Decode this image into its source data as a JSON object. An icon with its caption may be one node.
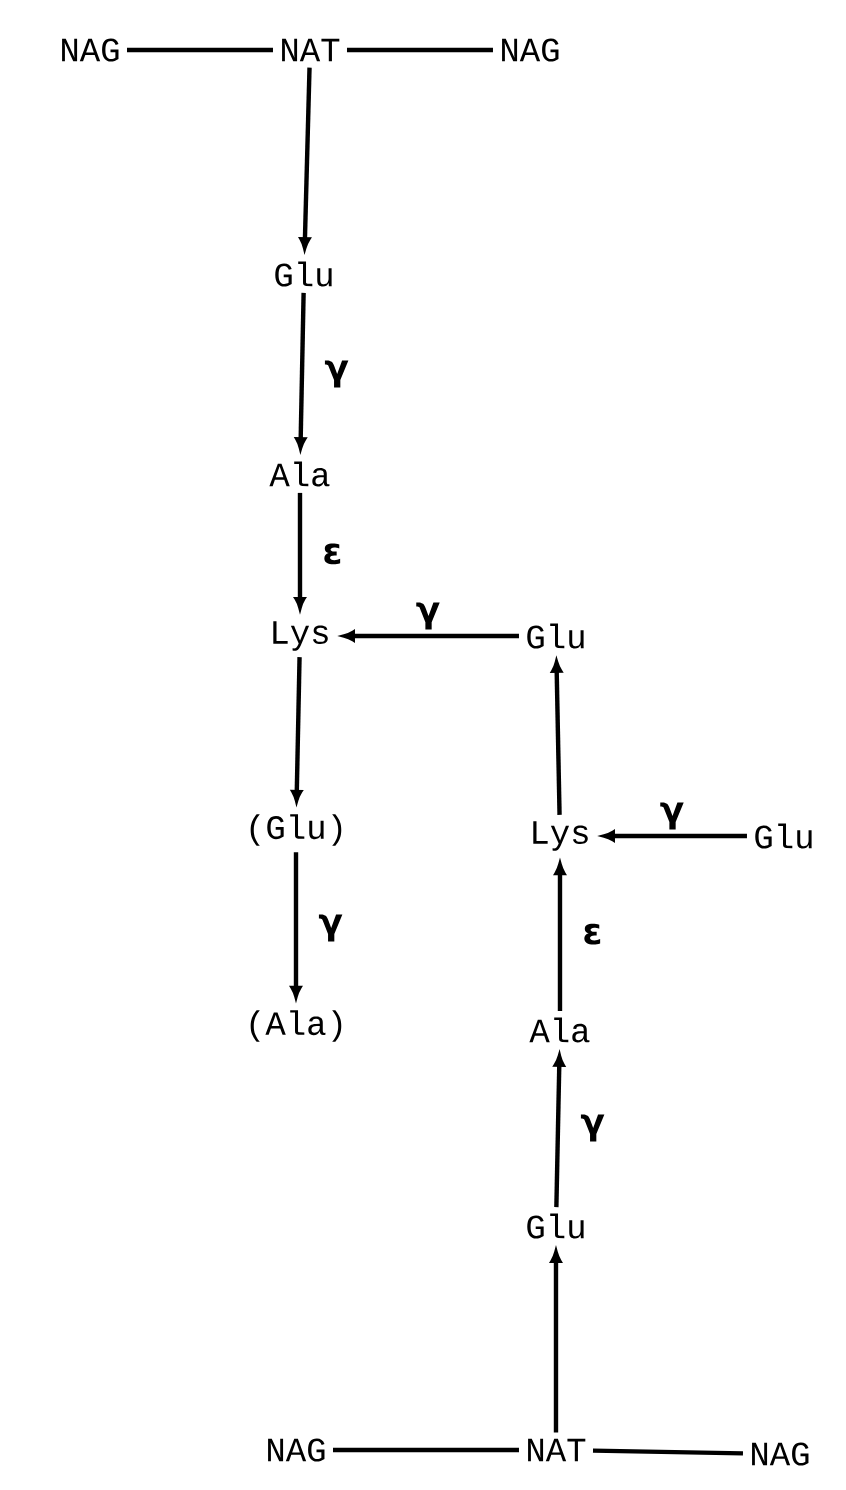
{
  "diagram": {
    "nodes": [
      {
        "text": [
          "NAG"
        ]
      },
      {
        "text": [
          "NAT"
        ]
      },
      {
        "text": [
          "NAG"
        ]
      },
      {
        "text": [
          "Glu"
        ]
      },
      {
        "text": [
          "Ala"
        ]
      },
      {
        "text": [
          "Lys"
        ]
      },
      {
        "text": [
          "Glu"
        ]
      },
      {
        "text": [
          "(Glu)"
        ]
      },
      {
        "text": [
          "Lys"
        ]
      },
      {
        "text": [
          "Glu"
        ]
      },
      {
        "text": [
          "(Ala)"
        ]
      },
      {
        "text": [
          "Ala"
        ]
      },
      {
        "text": [
          "Glu"
        ]
      },
      {
        "text": [
          "NAG"
        ]
      },
      {
        "text": [
          "NAT"
        ]
      },
      {
        "text": [
          "NAG"
        ]
      }
    ],
    "edges": [
      {
        "from": 0,
        "to": 1,
        "arrow": "none"
      },
      {
        "from": 1,
        "to": 2,
        "arrow": "none"
      },
      {
        "from": 1,
        "to": 3,
        "arrow": "to"
      },
      {
        "from": 3,
        "to": 4,
        "arrow": "to",
        "label": "γ"
      },
      {
        "from": 4,
        "to": 5,
        "arrow": "to",
        "label": "ε"
      },
      {
        "from": 6,
        "to": 5,
        "arrow": "to",
        "label": "γ"
      },
      {
        "from": 5,
        "to": 7,
        "arrow": "to"
      },
      {
        "from": 7,
        "to": 10,
        "arrow": "to",
        "label": "γ"
      },
      {
        "from": 8,
        "to": 6,
        "arrow": "to"
      },
      {
        "from": 9,
        "to": 8,
        "arrow": "to",
        "label": "γ"
      },
      {
        "from": 11,
        "to": 8,
        "arrow": "to",
        "label": "ε"
      },
      {
        "from": 12,
        "to": 11,
        "arrow": "to",
        "label": "γ"
      },
      {
        "from": 14,
        "to": 12,
        "arrow": "to"
      },
      {
        "from": 13,
        "to": 14,
        "arrow": "none"
      },
      {
        "from": 14,
        "to": 15,
        "arrow": "none"
      }
    ]
  }
}
